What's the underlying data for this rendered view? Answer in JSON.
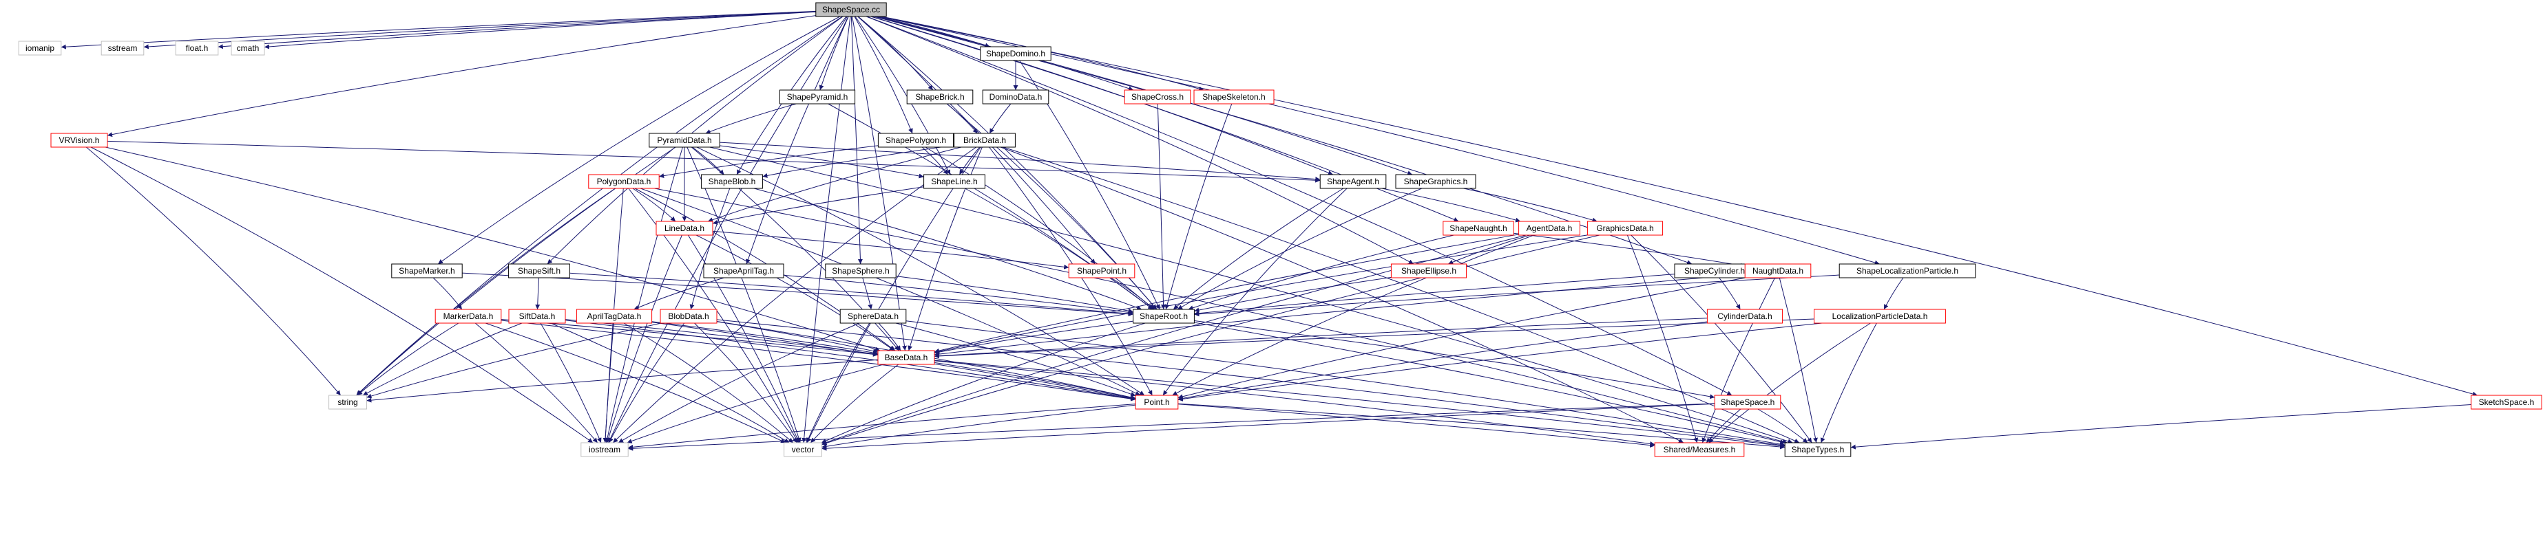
{
  "title": "ShapeSpace.cc",
  "colors": {
    "edge": "#191970",
    "root_fill": "#bfbfbf",
    "node_fill": "#ffffff",
    "node_stroke_default": "#000000",
    "node_stroke_red": "#ff0000",
    "node_stroke_grey": "#bfbfbf",
    "text_default": "#000000",
    "text_grey": "#000000"
  },
  "nodes": [
    {
      "id": "root",
      "label": "ShapeSpace.cc",
      "style": "root"
    },
    {
      "id": "iomanip",
      "label": "iomanip",
      "style": "grey"
    },
    {
      "id": "sstream",
      "label": "sstream",
      "style": "grey"
    },
    {
      "id": "floath",
      "label": "float.h",
      "style": "grey"
    },
    {
      "id": "cmath",
      "label": "cmath",
      "style": "grey"
    },
    {
      "id": "vrvision",
      "label": "VRVision.h",
      "style": "red"
    },
    {
      "id": "shapepyramid",
      "label": "ShapePyramid.h",
      "style": "black"
    },
    {
      "id": "shapebrick",
      "label": "ShapeBrick.h",
      "style": "black"
    },
    {
      "id": "shapedomino",
      "label": "ShapeDomino.h",
      "style": "black"
    },
    {
      "id": "dominodata",
      "label": "DominoData.h",
      "style": "black"
    },
    {
      "id": "shapecross",
      "label": "ShapeCross.h",
      "style": "red"
    },
    {
      "id": "shapeskeleton",
      "label": "ShapeSkeleton.h",
      "style": "red"
    },
    {
      "id": "pyramiddata",
      "label": "PyramidData.h",
      "style": "black"
    },
    {
      "id": "shapepolygon",
      "label": "ShapePolygon.h",
      "style": "black"
    },
    {
      "id": "brickdata",
      "label": "BrickData.h",
      "style": "black"
    },
    {
      "id": "shapeagent",
      "label": "ShapeAgent.h",
      "style": "black"
    },
    {
      "id": "shapegraphics",
      "label": "ShapeGraphics.h",
      "style": "black"
    },
    {
      "id": "polygondata",
      "label": "PolygonData.h",
      "style": "red"
    },
    {
      "id": "shapeblob",
      "label": "ShapeBlob.h",
      "style": "black"
    },
    {
      "id": "shapeline",
      "label": "ShapeLine.h",
      "style": "black"
    },
    {
      "id": "linedata",
      "label": "LineData.h",
      "style": "red"
    },
    {
      "id": "shapenaught",
      "label": "ShapeNaught.h",
      "style": "red"
    },
    {
      "id": "agentdata",
      "label": "AgentData.h",
      "style": "red"
    },
    {
      "id": "graphicsdata",
      "label": "GraphicsData.h",
      "style": "red"
    },
    {
      "id": "shapemarker",
      "label": "ShapeMarker.h",
      "style": "black"
    },
    {
      "id": "shapesift",
      "label": "ShapeSift.h",
      "style": "black"
    },
    {
      "id": "shapeapriltag",
      "label": "ShapeAprilTag.h",
      "style": "black"
    },
    {
      "id": "shapesphere",
      "label": "ShapeSphere.h",
      "style": "black"
    },
    {
      "id": "shapepoint",
      "label": "ShapePoint.h",
      "style": "red"
    },
    {
      "id": "shapeellipse",
      "label": "ShapeEllipse.h",
      "style": "red"
    },
    {
      "id": "shapecylinder",
      "label": "ShapeCylinder.h",
      "style": "black"
    },
    {
      "id": "naughtdata",
      "label": "NaughtData.h",
      "style": "red"
    },
    {
      "id": "shapelocparticle",
      "label": "ShapeLocalizationParticle.h",
      "style": "black"
    },
    {
      "id": "markerdata",
      "label": "MarkerData.h",
      "style": "red"
    },
    {
      "id": "siftdata",
      "label": "SiftData.h",
      "style": "red"
    },
    {
      "id": "apriltagdata",
      "label": "AprilTagData.h",
      "style": "red"
    },
    {
      "id": "blobdata",
      "label": "BlobData.h",
      "style": "red"
    },
    {
      "id": "spheredata",
      "label": "SphereData.h",
      "style": "black"
    },
    {
      "id": "shaperoot",
      "label": "ShapeRoot.h",
      "style": "black"
    },
    {
      "id": "cylinderdata",
      "label": "CylinderData.h",
      "style": "red"
    },
    {
      "id": "locparticledata",
      "label": "LocalizationParticleData.h",
      "style": "red"
    },
    {
      "id": "basedata",
      "label": "BaseData.h",
      "style": "red"
    },
    {
      "id": "string",
      "label": "string",
      "style": "grey"
    },
    {
      "id": "pointh",
      "label": "Point.h",
      "style": "red"
    },
    {
      "id": "shapespaceh",
      "label": "ShapeSpace.h",
      "style": "red"
    },
    {
      "id": "iostream",
      "label": "iostream",
      "style": "grey"
    },
    {
      "id": "vector",
      "label": "vector",
      "style": "grey"
    },
    {
      "id": "sharedmeasures",
      "label": "Shared/Measures.h",
      "style": "red"
    },
    {
      "id": "shapetypes",
      "label": "ShapeTypes.h",
      "style": "black"
    },
    {
      "id": "sketchspace",
      "label": "SketchSpace.h",
      "style": "red"
    }
  ],
  "edges": [
    [
      "root",
      "iomanip"
    ],
    [
      "root",
      "sstream"
    ],
    [
      "root",
      "floath"
    ],
    [
      "root",
      "cmath"
    ],
    [
      "root",
      "vrvision"
    ],
    [
      "root",
      "shapepyramid"
    ],
    [
      "root",
      "shapebrick"
    ],
    [
      "root",
      "shapedomino"
    ],
    [
      "root",
      "shapecross"
    ],
    [
      "root",
      "shapeskeleton"
    ],
    [
      "root",
      "shapepolygon"
    ],
    [
      "root",
      "shapeagent"
    ],
    [
      "root",
      "shapegraphics"
    ],
    [
      "root",
      "shapeblob"
    ],
    [
      "root",
      "shapeline"
    ],
    [
      "root",
      "shapenaught"
    ],
    [
      "root",
      "shapemarker"
    ],
    [
      "root",
      "shapesift"
    ],
    [
      "root",
      "shapeapriltag"
    ],
    [
      "root",
      "shapesphere"
    ],
    [
      "root",
      "shapepoint"
    ],
    [
      "root",
      "shapeellipse"
    ],
    [
      "root",
      "shapecylinder"
    ],
    [
      "root",
      "shapelocparticle"
    ],
    [
      "root",
      "shaperoot"
    ],
    [
      "root",
      "basedata"
    ],
    [
      "root",
      "string"
    ],
    [
      "root",
      "iostream"
    ],
    [
      "root",
      "vector"
    ],
    [
      "root",
      "shapespaceh"
    ],
    [
      "root",
      "sketchspace"
    ],
    [
      "vrvision",
      "iostream"
    ],
    [
      "vrvision",
      "string"
    ],
    [
      "vrvision",
      "shapeagent"
    ],
    [
      "vrvision",
      "basedata"
    ],
    [
      "shapepyramid",
      "pyramiddata"
    ],
    [
      "shapepyramid",
      "shaperoot"
    ],
    [
      "shapebrick",
      "brickdata"
    ],
    [
      "shapebrick",
      "shaperoot"
    ],
    [
      "shapedomino",
      "dominodata"
    ],
    [
      "shapedomino",
      "shaperoot"
    ],
    [
      "dominodata",
      "brickdata"
    ],
    [
      "shapecross",
      "shaperoot"
    ],
    [
      "shapeskeleton",
      "shaperoot"
    ],
    [
      "shapepolygon",
      "polygondata"
    ],
    [
      "shapepolygon",
      "shapeline"
    ],
    [
      "shapepolygon",
      "shaperoot"
    ],
    [
      "pyramiddata",
      "shapeblob"
    ],
    [
      "pyramiddata",
      "shapeline"
    ],
    [
      "pyramiddata",
      "linedata"
    ],
    [
      "pyramiddata",
      "basedata"
    ],
    [
      "pyramiddata",
      "pointh"
    ],
    [
      "pyramiddata",
      "shapetypes"
    ],
    [
      "pyramiddata",
      "iostream"
    ],
    [
      "pyramiddata",
      "string"
    ],
    [
      "pyramiddata",
      "vector"
    ],
    [
      "pyramiddata",
      "shapeagent"
    ],
    [
      "brickdata",
      "shapeblob"
    ],
    [
      "brickdata",
      "shapeline"
    ],
    [
      "brickdata",
      "linedata"
    ],
    [
      "brickdata",
      "basedata"
    ],
    [
      "brickdata",
      "pointh"
    ],
    [
      "brickdata",
      "shapetypes"
    ],
    [
      "brickdata",
      "vector"
    ],
    [
      "brickdata",
      "iostream"
    ],
    [
      "brickdata",
      "sharedmeasures"
    ],
    [
      "shapeagent",
      "agentdata"
    ],
    [
      "shapeagent",
      "shaperoot"
    ],
    [
      "shapeagent",
      "pointh"
    ],
    [
      "shapegraphics",
      "graphicsdata"
    ],
    [
      "shapegraphics",
      "shaperoot"
    ],
    [
      "polygondata",
      "linedata"
    ],
    [
      "polygondata",
      "basedata"
    ],
    [
      "polygondata",
      "iostream"
    ],
    [
      "polygondata",
      "string"
    ],
    [
      "polygondata",
      "vector"
    ],
    [
      "polygondata",
      "pointh"
    ],
    [
      "polygondata",
      "shapetypes"
    ],
    [
      "shapeblob",
      "blobdata"
    ],
    [
      "shapeblob",
      "shaperoot"
    ],
    [
      "shapeline",
      "linedata"
    ],
    [
      "shapeline",
      "shaperoot"
    ],
    [
      "linedata",
      "basedata"
    ],
    [
      "linedata",
      "shapepoint"
    ],
    [
      "linedata",
      "vector"
    ],
    [
      "linedata",
      "iostream"
    ],
    [
      "shapenaught",
      "naughtdata"
    ],
    [
      "shapenaught",
      "shaperoot"
    ],
    [
      "agentdata",
      "shapeellipse"
    ],
    [
      "agentdata",
      "basedata"
    ],
    [
      "agentdata",
      "pointh"
    ],
    [
      "agentdata",
      "vector"
    ],
    [
      "graphicsdata",
      "basedata"
    ],
    [
      "graphicsdata",
      "shapetypes"
    ],
    [
      "graphicsdata",
      "vector"
    ],
    [
      "graphicsdata",
      "sharedmeasures"
    ],
    [
      "shapemarker",
      "markerdata"
    ],
    [
      "shapemarker",
      "shaperoot"
    ],
    [
      "shapesift",
      "siftdata"
    ],
    [
      "shapesift",
      "shaperoot"
    ],
    [
      "shapeapriltag",
      "apriltagdata"
    ],
    [
      "shapeapriltag",
      "shaperoot"
    ],
    [
      "shapesphere",
      "spheredata"
    ],
    [
      "shapesphere",
      "shaperoot"
    ],
    [
      "shapepoint",
      "shaperoot"
    ],
    [
      "shapeellipse",
      "shaperoot"
    ],
    [
      "shapecylinder",
      "cylinderdata"
    ],
    [
      "shapecylinder",
      "shaperoot"
    ],
    [
      "naughtdata",
      "basedata"
    ],
    [
      "naughtdata",
      "pointh"
    ],
    [
      "naughtdata",
      "shapetypes"
    ],
    [
      "naughtdata",
      "sharedmeasures"
    ],
    [
      "shapelocparticle",
      "locparticledata"
    ],
    [
      "shapelocparticle",
      "shaperoot"
    ],
    [
      "markerdata",
      "basedata"
    ],
    [
      "markerdata",
      "string"
    ],
    [
      "markerdata",
      "iostream"
    ],
    [
      "markerdata",
      "vector"
    ],
    [
      "markerdata",
      "pointh"
    ],
    [
      "siftdata",
      "basedata"
    ],
    [
      "siftdata",
      "string"
    ],
    [
      "siftdata",
      "iostream"
    ],
    [
      "siftdata",
      "vector"
    ],
    [
      "siftdata",
      "pointh"
    ],
    [
      "apriltagdata",
      "basedata"
    ],
    [
      "apriltagdata",
      "iostream"
    ],
    [
      "apriltagdata",
      "vector"
    ],
    [
      "apriltagdata",
      "pointh"
    ],
    [
      "blobdata",
      "basedata"
    ],
    [
      "blobdata",
      "pointh"
    ],
    [
      "blobdata",
      "string"
    ],
    [
      "blobdata",
      "vector"
    ],
    [
      "blobdata",
      "iostream"
    ],
    [
      "blobdata",
      "shapetypes"
    ],
    [
      "spheredata",
      "basedata"
    ],
    [
      "spheredata",
      "pointh"
    ],
    [
      "spheredata",
      "vector"
    ],
    [
      "spheredata",
      "iostream"
    ],
    [
      "spheredata",
      "shapetypes"
    ],
    [
      "shaperoot",
      "basedata"
    ],
    [
      "shaperoot",
      "shapespaceh"
    ],
    [
      "shaperoot",
      "shapetypes"
    ],
    [
      "shaperoot",
      "vector"
    ],
    [
      "cylinderdata",
      "basedata"
    ],
    [
      "cylinderdata",
      "pointh"
    ],
    [
      "locparticledata",
      "basedata"
    ],
    [
      "locparticledata",
      "shapetypes"
    ],
    [
      "locparticledata",
      "sharedmeasures"
    ],
    [
      "locparticledata",
      "pointh"
    ],
    [
      "basedata",
      "string"
    ],
    [
      "basedata",
      "iostream"
    ],
    [
      "basedata",
      "vector"
    ],
    [
      "basedata",
      "pointh"
    ],
    [
      "basedata",
      "shapetypes"
    ],
    [
      "basedata",
      "sharedmeasures"
    ],
    [
      "pointh",
      "iostream"
    ],
    [
      "pointh",
      "vector"
    ],
    [
      "pointh",
      "shapetypes"
    ],
    [
      "pointh",
      "sharedmeasures"
    ],
    [
      "shapespaceh",
      "vector"
    ],
    [
      "shapespaceh",
      "iostream"
    ],
    [
      "shapespaceh",
      "shapetypes"
    ],
    [
      "shapespaceh",
      "sharedmeasures"
    ],
    [
      "sketchspace",
      "shapetypes"
    ]
  ]
}
